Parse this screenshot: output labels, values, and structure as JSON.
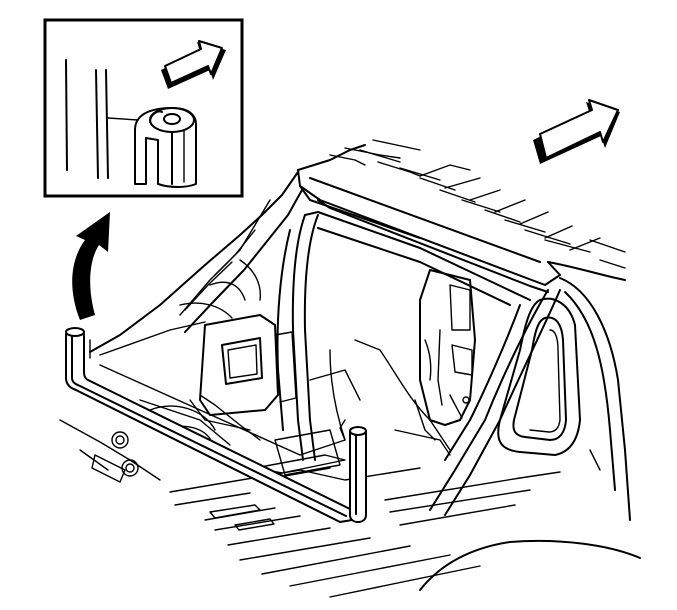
{
  "figure": {
    "background": "#ffffff",
    "line_color": "#000000",
    "components": [
      "detail-inset",
      "direction-arrow",
      "callout-arrow",
      "cab-roof",
      "door-opening",
      "rear-quarter-window",
      "pillar-trim-panel",
      "weatherstrip-seal",
      "floor-pan"
    ]
  }
}
